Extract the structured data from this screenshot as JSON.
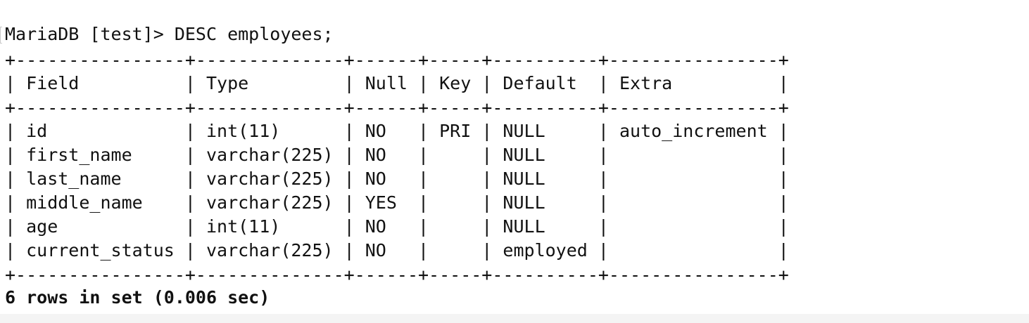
{
  "terminal": {
    "command_line": "MariaDB [test]> DESC employees;",
    "border_line": "+----------------+--------------+------+-----+----------+----------------+",
    "header_line": "| Field          | Type         | Null | Key | Default  | Extra          |",
    "rows": [
      "| id             | int(11)      | NO   | PRI | NULL     | auto_increment |",
      "| first_name     | varchar(225) | NO   |     | NULL     |                |",
      "| last_name      | varchar(225) | NO   |     | NULL     |                |",
      "| middle_name    | varchar(225) | YES  |     | NULL     |                |",
      "| age            | int(11)      | NO   |     | NULL     |                |",
      "| current_status | varchar(225) | NO   |     | employed |                |"
    ],
    "summary": "6 rows in set (0.006 sec)"
  }
}
